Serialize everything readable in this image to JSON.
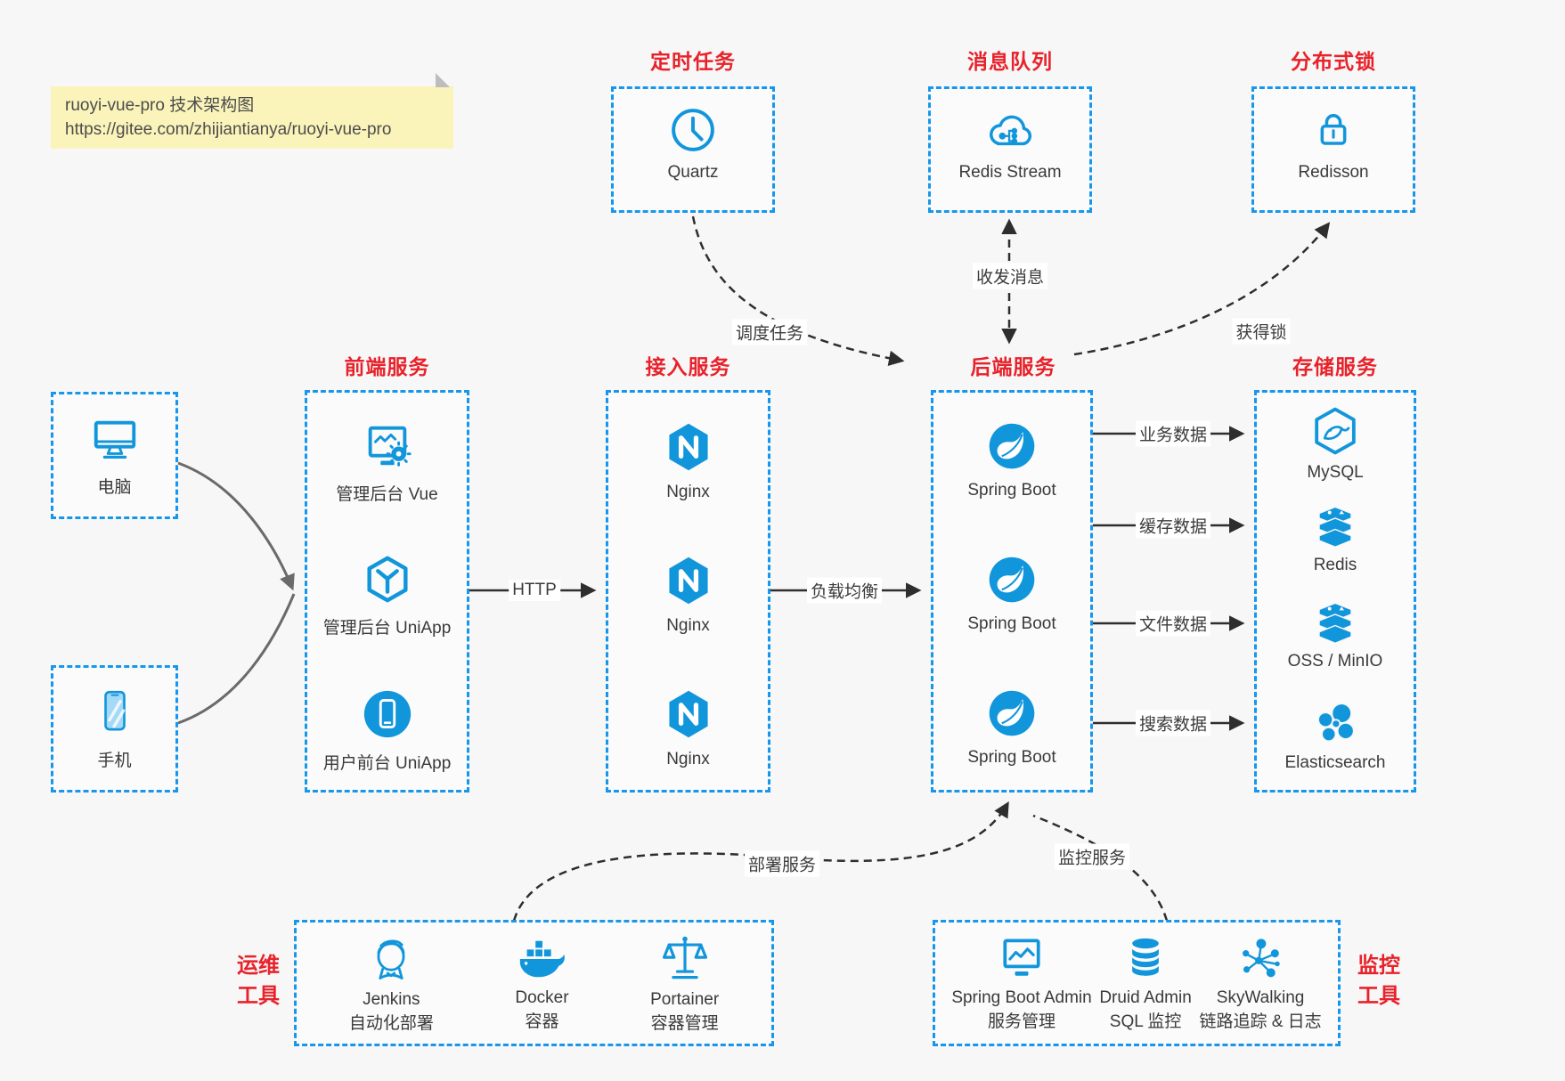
{
  "note": {
    "line1": "ruoyi-vue-pro 技术架构图",
    "line2": "https://gitee.com/zhijiantianya/ruoyi-vue-pro"
  },
  "colors": {
    "accent_blue": "#1296db",
    "border_blue": "#1697ec",
    "title_red": "#e8222b",
    "line_dark": "#2e2e2e",
    "client_line_gray": "#6a6a6a",
    "note_bg": "#fbf4ba",
    "canvas_bg": "#f7f7f7"
  },
  "top": [
    {
      "title": "定时任务",
      "label": "Quartz",
      "icon": "clock-icon"
    },
    {
      "title": "消息队列",
      "label": "Redis Stream",
      "icon": "cloud-stream-icon"
    },
    {
      "title": "分布式锁",
      "label": "Redisson",
      "icon": "lock-icon"
    }
  ],
  "clients": [
    {
      "label": "电脑",
      "icon": "monitor-icon"
    },
    {
      "label": "手机",
      "icon": "phone-icon"
    }
  ],
  "columns": {
    "frontend": {
      "title": "前端服务",
      "items": [
        {
          "label": "管理后台 Vue"
        },
        {
          "label": "管理后台 UniApp"
        },
        {
          "label": "用户前台 UniApp"
        }
      ]
    },
    "gateway": {
      "title": "接入服务",
      "items": [
        {
          "label": "Nginx"
        },
        {
          "label": "Nginx"
        },
        {
          "label": "Nginx"
        }
      ]
    },
    "backend": {
      "title": "后端服务",
      "items": [
        {
          "label": "Spring Boot"
        },
        {
          "label": "Spring Boot"
        },
        {
          "label": "Spring Boot"
        }
      ]
    },
    "storage": {
      "title": "存储服务",
      "items": [
        {
          "label": "MySQL"
        },
        {
          "label": "Redis"
        },
        {
          "label": "OSS / MinIO"
        },
        {
          "label": "Elasticsearch"
        }
      ]
    }
  },
  "edges": {
    "http": "HTTP",
    "load_balance": "负载均衡",
    "business": "业务数据",
    "cache": "缓存数据",
    "file": "文件数据",
    "search": "搜索数据",
    "schedule": "调度任务",
    "message": "收发消息",
    "lock": "获得锁",
    "deploy": "部署服务",
    "monitor": "监控服务"
  },
  "bottom": {
    "ops": {
      "title_line1": "运维",
      "title_line2": "工具",
      "items": [
        {
          "name": "Jenkins",
          "desc": "自动化部署"
        },
        {
          "name": "Docker",
          "desc": "容器"
        },
        {
          "name": "Portainer",
          "desc": "容器管理"
        }
      ]
    },
    "monitoring": {
      "title_line1": "监控",
      "title_line2": "工具",
      "items": [
        {
          "name": "Spring Boot Admin",
          "desc": "服务管理"
        },
        {
          "name": "Druid Admin",
          "desc": "SQL 监控"
        },
        {
          "name": "SkyWalking",
          "desc": "链路追踪 & 日志"
        }
      ]
    }
  }
}
